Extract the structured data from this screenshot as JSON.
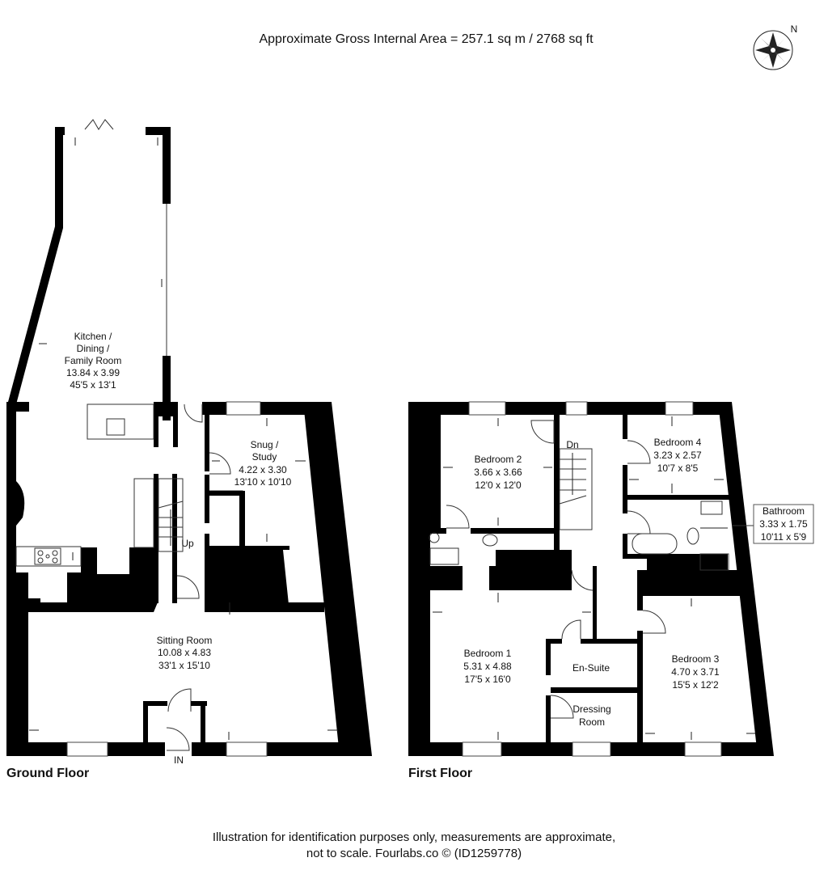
{
  "header": {
    "title": "Approximate Gross Internal Area = 257.1 sq m / 2768 sq ft"
  },
  "compass": {
    "label": "N",
    "icon": "compass-rose-icon"
  },
  "ground_floor": {
    "label": "Ground Floor",
    "entrance": "IN",
    "stairs": "Up",
    "rooms": {
      "kitchen": {
        "name1": "Kitchen /",
        "name2": "Dining /",
        "name3": "Family Room",
        "metric": "13.84 x 3.99",
        "imperial": "45'5 x 13'1"
      },
      "snug": {
        "name1": "Snug /",
        "name2": "Study",
        "metric": "4.22 x 3.30",
        "imperial": "13'10 x 10'10"
      },
      "sitting": {
        "name": "Sitting Room",
        "metric": "10.08 x 4.83",
        "imperial": "33'1 x 15'10"
      }
    }
  },
  "first_floor": {
    "label": "First Floor",
    "stairs": "Dn",
    "rooms": {
      "bedroom2": {
        "name": "Bedroom 2",
        "metric": "3.66 x 3.66",
        "imperial": "12'0 x 12'0"
      },
      "bedroom4": {
        "name": "Bedroom 4",
        "metric": "3.23 x 2.57",
        "imperial": "10'7 x 8'5"
      },
      "bathroom": {
        "name": "Bathroom",
        "metric": "3.33 x 1.75",
        "imperial": "10'11 x 5'9"
      },
      "bedroom1": {
        "name": "Bedroom 1",
        "metric": "5.31 x 4.88",
        "imperial": "17'5 x 16'0"
      },
      "ensuite": {
        "name": "En-Suite"
      },
      "dressing": {
        "name1": "Dressing",
        "name2": "Room"
      },
      "bedroom3": {
        "name": "Bedroom 3",
        "metric": "4.70 x 3.71",
        "imperial": "15'5 x 12'2"
      }
    }
  },
  "footer": {
    "line1": "Illustration for identification purposes only, measurements are approximate,",
    "line2": "not to scale. Fourlabs.co © (ID1259778)"
  }
}
